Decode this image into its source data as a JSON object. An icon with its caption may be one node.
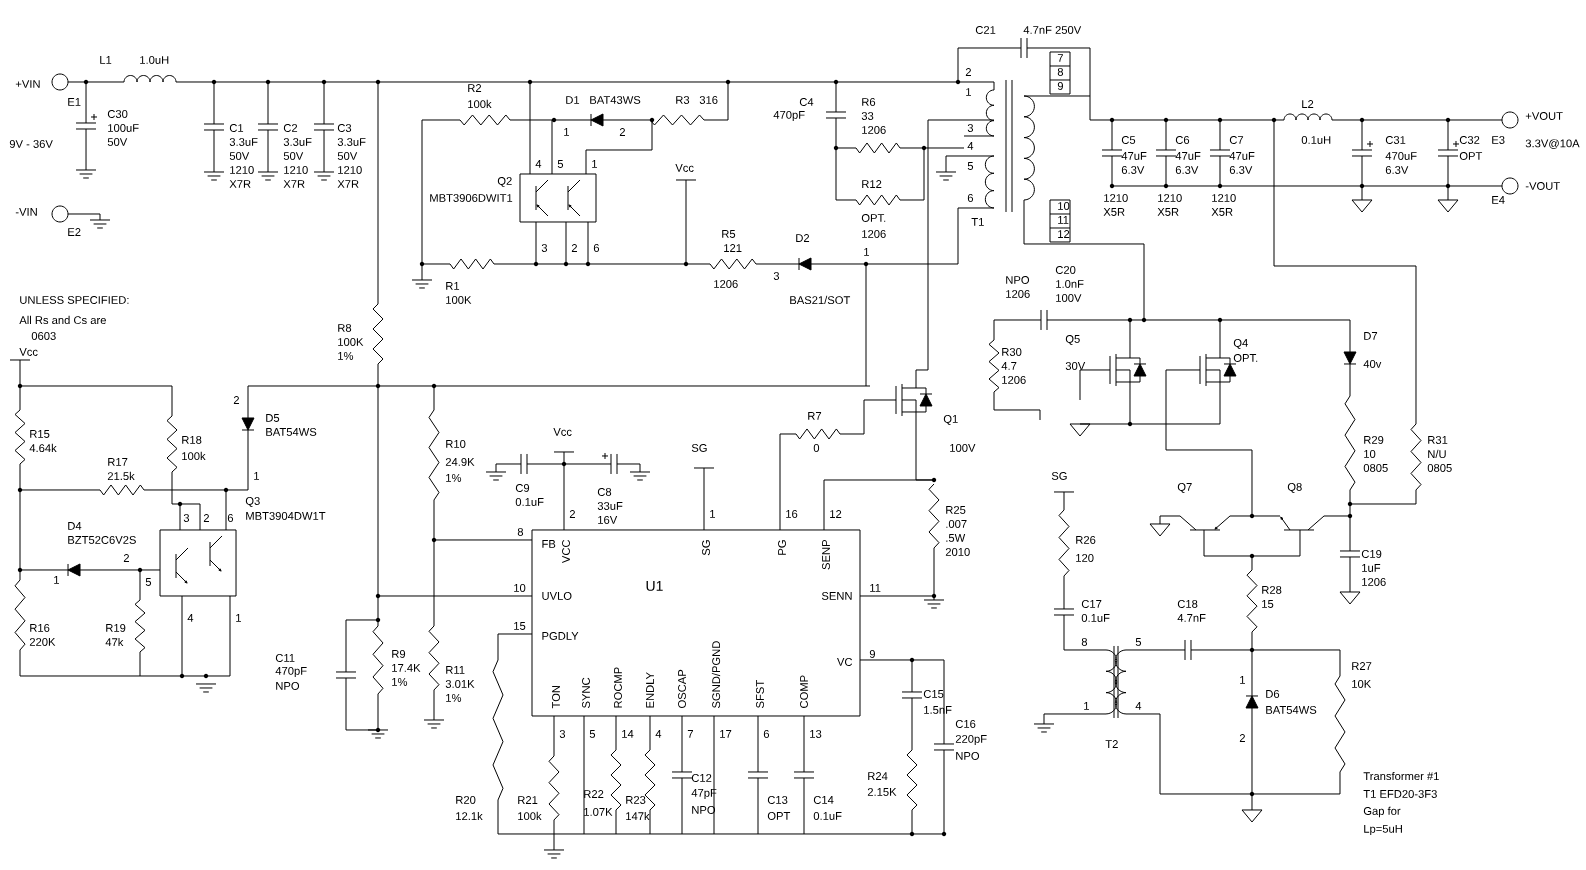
{
  "diagram": {
    "nodes": [
      {
        "text": [
          "U1",
          "FB",
          "VCC",
          "SG",
          "PG",
          "SENP",
          "UVLO",
          "SENN",
          "PGDLY",
          "VC",
          "TON",
          "SYNC",
          "ROCMP",
          "ENDLY",
          "OSCAP",
          "SGND/PGND",
          "SFST",
          "COMP"
        ],
        "beside": [
          "2",
          "1",
          "16",
          "12",
          "8",
          "10",
          "11",
          "15",
          "9",
          "3",
          "5",
          "14",
          "4",
          "7",
          "17",
          "6",
          "13"
        ]
      }
    ],
    "labels": [
      "C21",
      "4.7nF 250V",
      "+VIN",
      "L1",
      "1.0uH",
      "R2",
      "2",
      "1",
      "7",
      "8",
      "9",
      "E1",
      "C30",
      "100uF",
      "C1",
      "C2",
      "C3",
      "100k",
      "1",
      "D1",
      "BAT43WS",
      "2",
      "R3",
      "316",
      "470pF",
      "C4",
      "R6",
      "33",
      "1206",
      "3",
      "L2",
      "+VOUT",
      "9V - 36V",
      "50V",
      "3.3uF",
      "50V",
      "1210",
      "X7R",
      "3.3uF",
      "50V",
      "1210",
      "X7R",
      "3.3uF",
      "50V",
      "1210",
      "X7R",
      "Q2",
      "4",
      "5",
      "1",
      "Vcc",
      "R12",
      "4",
      "5",
      "C5",
      "47uF",
      "6.3V",
      "C6",
      "47uF",
      "6.3V",
      "C7",
      "47uF",
      "6.3V",
      "0.1uH",
      "C31",
      "470uF",
      "6.3V",
      "C32",
      "OPT",
      "E3",
      "3.3V@10A",
      "-VOUT",
      "-VIN",
      "E2",
      "MBT3906DWIT1",
      "3",
      "2",
      "6",
      "R5",
      "121",
      "D2",
      "OPT.",
      "1206",
      "1",
      "6",
      "T1",
      "10",
      "11",
      "12",
      "1210",
      "X5R",
      "1210",
      "X5R",
      "1210",
      "X5R",
      "E4",
      "UNLESS SPECIFIED:",
      "R1",
      "100K",
      "1206",
      "3",
      "BAS21/SOT",
      "NPO",
      "1206",
      "C20",
      "1.0nF",
      "100V",
      "All Rs and Cs are",
      "Vcc",
      "0603",
      "R8",
      "100K",
      "1%",
      "R30",
      "4.7",
      "1206",
      "Q5",
      "30V",
      "Q4",
      "OPT.",
      "D7",
      "40v",
      "R15",
      "4.64k",
      "R17",
      "21.5k",
      "R18",
      "100k",
      "2",
      "1",
      "D5",
      "BAT54WS",
      "R10",
      "24.9K",
      "1%",
      "Vcc",
      "SG",
      "R7",
      "0",
      "Q1",
      "100V",
      "SG",
      "R29",
      "10",
      "0805",
      "R31",
      "N/U",
      "0805",
      "1",
      "D4",
      "BZT52C6V2S",
      "2",
      "5",
      "3",
      "2",
      "6",
      "Q3",
      "MBT3904DW1T",
      "C9",
      "0.1uF",
      "C8",
      "33uF",
      "16V",
      "R25",
      ".007",
      ".5W",
      "2010",
      "R26",
      "120",
      "Q7",
      "R28",
      "Q8",
      "C19",
      "1uF",
      "1206",
      "R16",
      "220K",
      "R19",
      "47k",
      "4",
      "1",
      "C11",
      "470pF",
      "NPO",
      "R9",
      "17.4K",
      "1%",
      "R11",
      "3.01K",
      "1%",
      "C15",
      "1.5nF",
      "C17",
      "0.1uF",
      "8",
      "1",
      "5",
      "4",
      "C18",
      "4.7nF",
      "1",
      "15",
      "D6",
      "BAT54WS",
      "R27",
      "10K",
      "R20",
      "12.1k",
      "R21",
      "100k",
      "R22",
      "1.07K",
      "R23",
      "147k",
      "C12",
      "47pF",
      "NPO",
      "C13",
      "OPT",
      "C14",
      "0.1uF",
      "R24",
      "2.15K",
      "C16",
      "220pF",
      "NPO",
      "T2",
      "2",
      "Transformer #1",
      "T1 EFD20-3F3",
      "Gap for",
      "Lp=5uH"
    ]
  }
}
